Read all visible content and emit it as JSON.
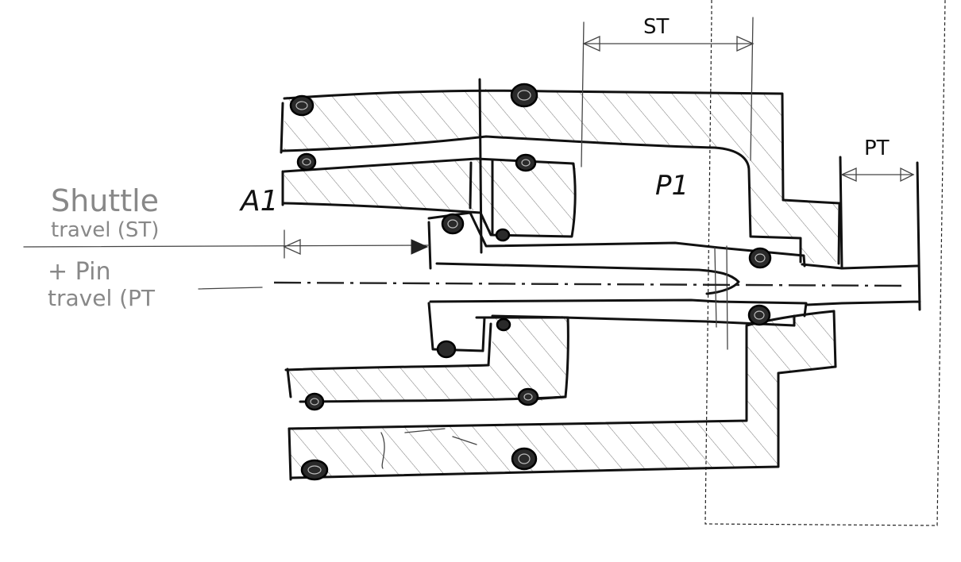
{
  "labels": {
    "st": "ST",
    "pt": "PT",
    "p1": "P1",
    "a1": "A1",
    "shuttle_line1": "Shuttle",
    "shuttle_line2": "travel (ST)",
    "pin_line1": "+ Pin",
    "pin_line2": "travel (PT"
  },
  "colors": {
    "ink": "#111111",
    "pencil_grey": "#888888",
    "hatch": "#777777",
    "background": "#ffffff"
  }
}
